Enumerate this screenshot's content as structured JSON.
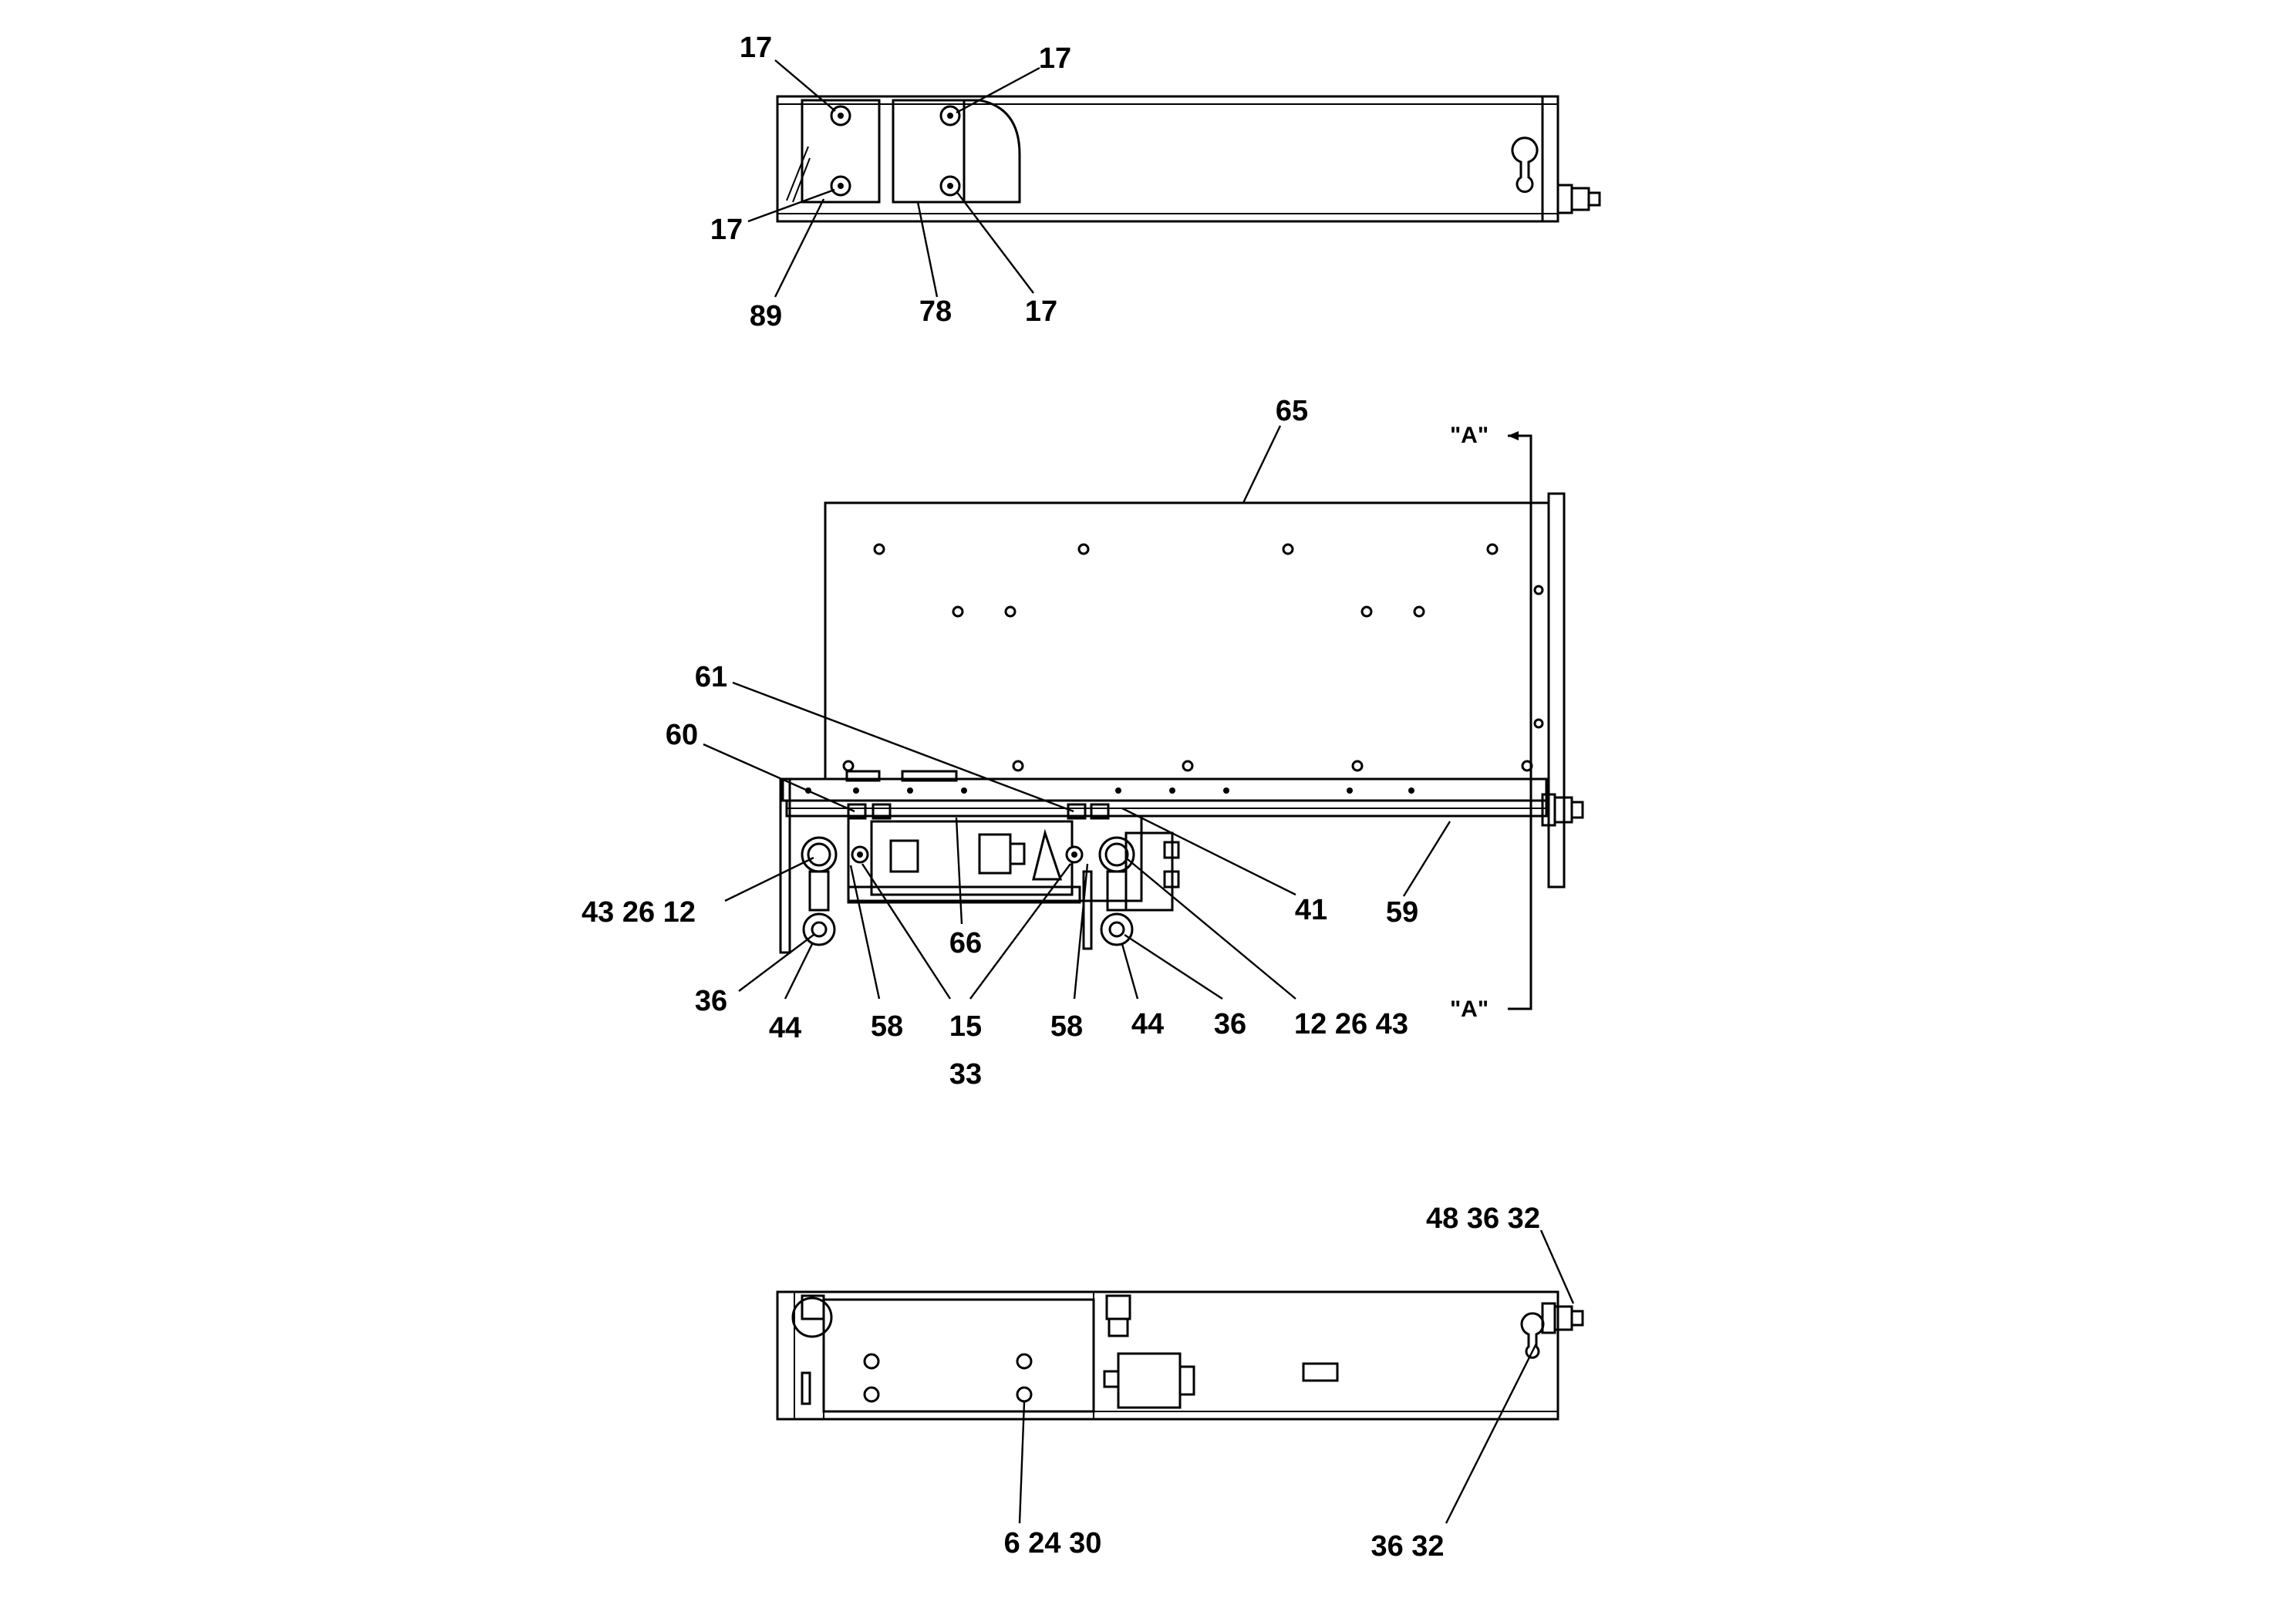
{
  "top_view": {
    "labels": {
      "l17_tl": "17",
      "l17_tr": "17",
      "l17_ml": "17",
      "l17_br": "17",
      "l89": "89",
      "l78": "78"
    }
  },
  "middle_view": {
    "labels": {
      "l65": "65",
      "l61": "61",
      "l60": "60",
      "l66": "66",
      "l41": "41",
      "l59": "59",
      "l43_26_12_left": "43 26 12",
      "l36_left": "36",
      "l44_left": "44",
      "l58_left": "58",
      "l15": "15",
      "l33": "33",
      "l58_right": "58",
      "l44_right": "44",
      "l36_right": "36",
      "l12_26_43_right": "12 26 43"
    },
    "section": {
      "top": "\"A\"",
      "bottom": "\"A\""
    }
  },
  "bottom_view": {
    "labels": {
      "l48_36_32": "48 36 32",
      "l6_24_30": "6  24 30",
      "l36_32": "36 32"
    }
  }
}
